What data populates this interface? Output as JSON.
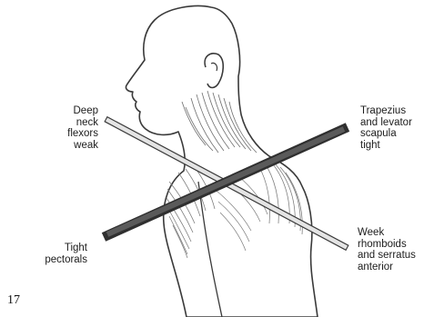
{
  "labels": {
    "deep_neck_flexors": "Deep\nneck\nflexors\nweak",
    "trapezius_levator": "Trapezius\nand levator\nscapula\ntight",
    "tight_pectorals": "Tight\npectorals",
    "week_rhomboids": "Week\nrhomboids\nand serratus\nanterior"
  },
  "page_number": "17",
  "colors": {
    "outline": "#3a3a3a",
    "muscle": "#7a7a7a",
    "tight_bar": "#555555",
    "weak_bar_fill": "#e4e4e4"
  }
}
